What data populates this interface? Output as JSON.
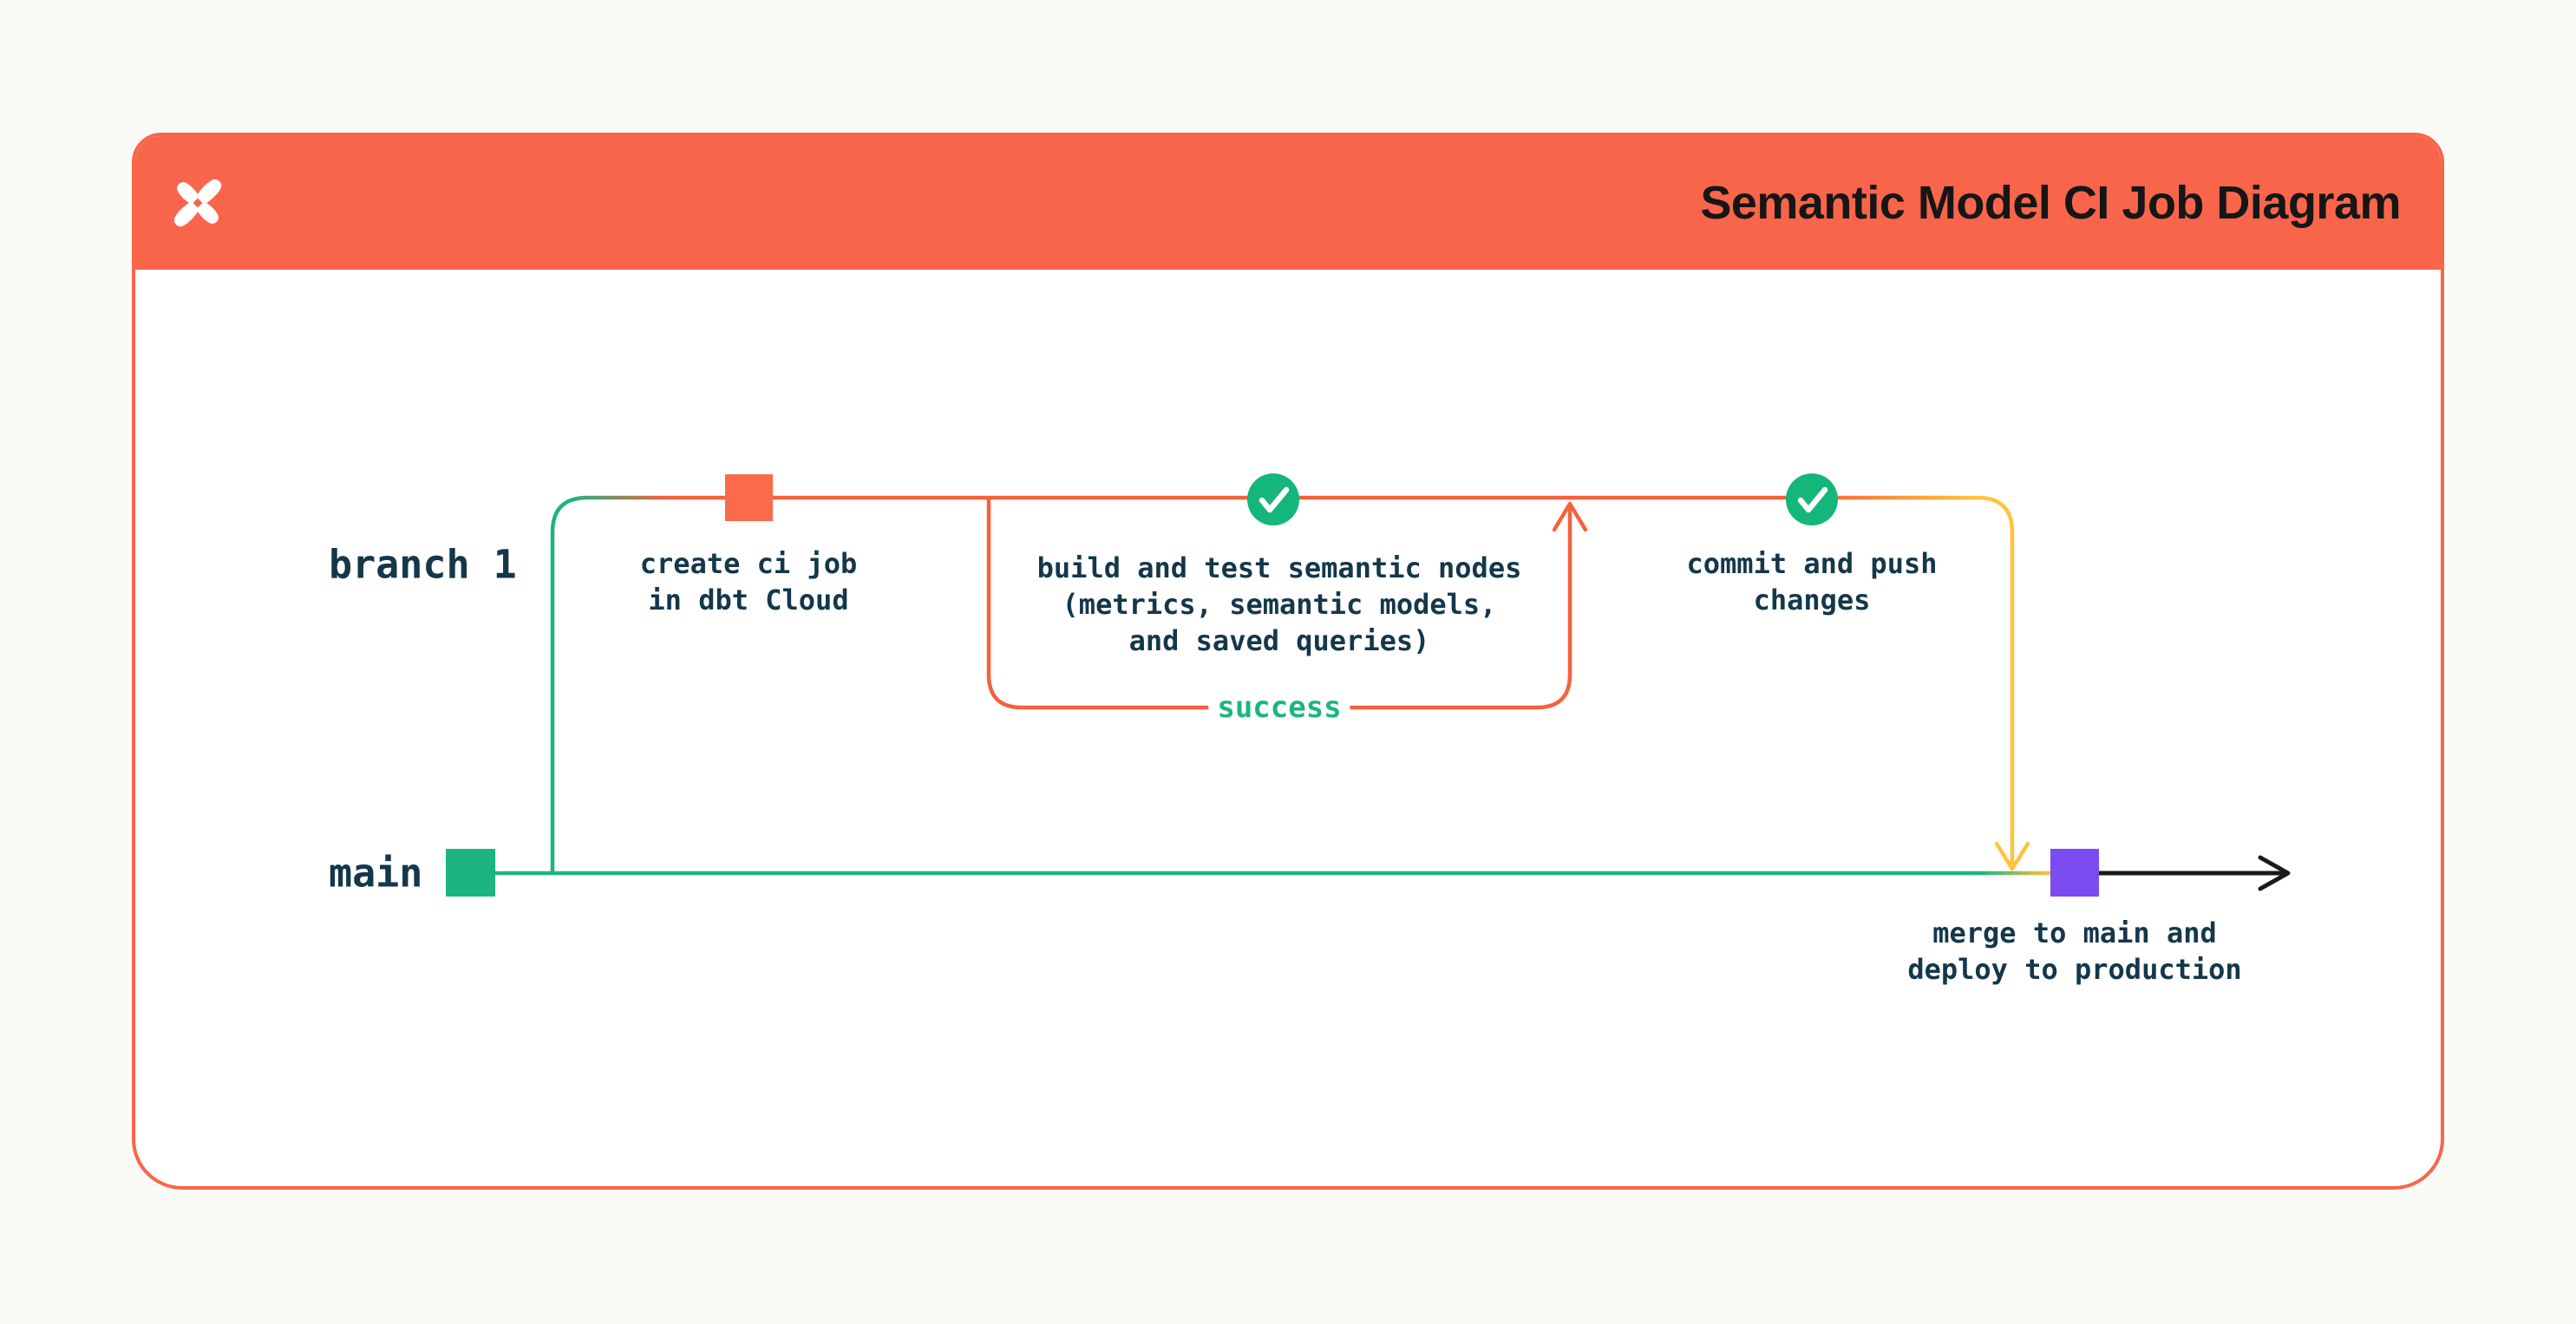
{
  "header": {
    "title": "Semantic Model CI Job Diagram",
    "logo_icon": "dbt-logo"
  },
  "branches": {
    "branch1_label": "branch 1",
    "main_label": "main"
  },
  "steps": {
    "create_ci": "create ci job\nin dbt Cloud",
    "build_test": "build and test semantic nodes\n(metrics, semantic models,\nand saved queries)",
    "success": "success",
    "commit_push": "commit and push\nchanges",
    "merge_deploy": "merge to main and\ndeploy to production"
  },
  "icons": {
    "commit_markers": [
      "orange-commit-square",
      "green-commit-square",
      "purple-merge-square"
    ],
    "status": "check-circle-icon"
  },
  "theme": {
    "page-bg": "#FAFAF7",
    "card-bg": "#FFFFFF",
    "header-bg": "#F9654B",
    "title-ink": "#161616",
    "ink": "#14374A",
    "teal": "#1CB581",
    "emerald": "#14B67A",
    "line-orange": "#F4613E",
    "square-orange": "#FC6A4C",
    "yellow": "#FFC33C",
    "purple": "#7C4BF2",
    "black-line": "#1A1A1A"
  }
}
